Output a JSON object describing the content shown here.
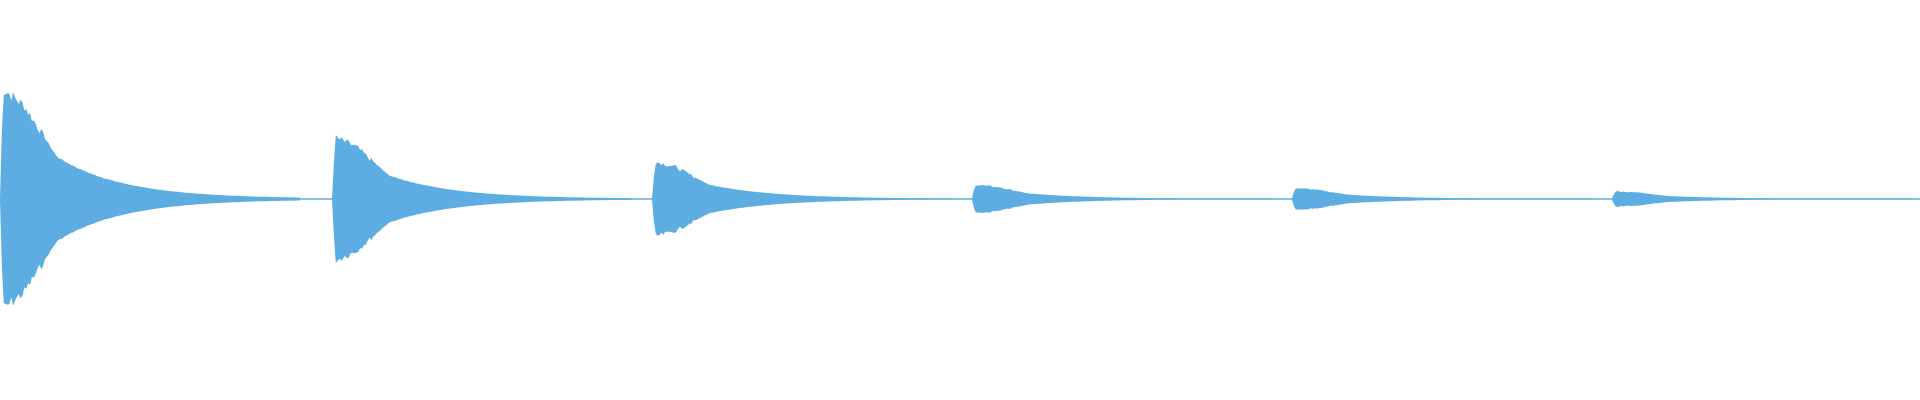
{
  "waveform": {
    "color": "#5dade2",
    "background": "#ffffff",
    "bursts": [
      {
        "name": "burst-1",
        "peak": 1.0,
        "decay": 0.88
      },
      {
        "name": "burst-2",
        "peak": 0.56,
        "decay": 0.86
      },
      {
        "name": "burst-3",
        "peak": 0.34,
        "decay": 0.86
      },
      {
        "name": "burst-4",
        "peak": 0.13,
        "decay": 0.8
      },
      {
        "name": "burst-5",
        "peak": 0.1,
        "decay": 0.8
      },
      {
        "name": "burst-6",
        "peak": 0.07,
        "decay": 0.8
      }
    ]
  }
}
